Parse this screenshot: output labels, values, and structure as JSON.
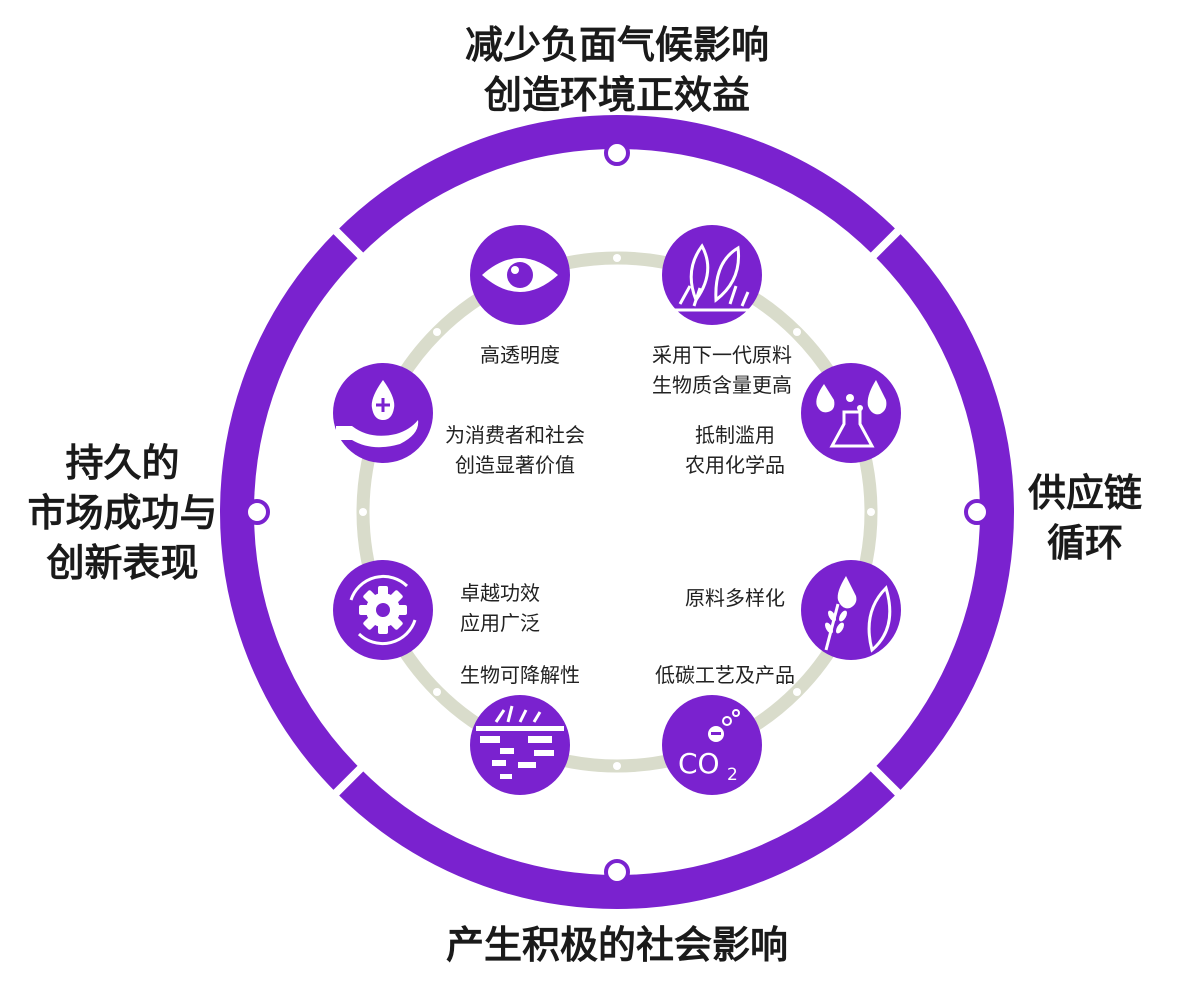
{
  "colors": {
    "purple": "#7a22cf",
    "track": "#d9dccb",
    "text": "#1a1a1a"
  },
  "outer_labels": {
    "top": "减少负面气候影响\n创造环境正效益",
    "right": "供应链\n循环",
    "bottom": "产生积极的社会影响",
    "left": "持久的\n市场成功与\n创新表现"
  },
  "items": [
    {
      "id": "transparency",
      "icon": "eye-icon",
      "label": "高透明度"
    },
    {
      "id": "renewable",
      "icon": "grass-leaves-icon",
      "label": "采用下一代原料\n生物质含量更高"
    },
    {
      "id": "consumer-value",
      "icon": "hand-drop-icon",
      "label": "为消费者和社会\n创造显著价值"
    },
    {
      "id": "chemicals",
      "icon": "flask-drops-icon",
      "label": "抵制滥用\n农用化学品"
    },
    {
      "id": "performance",
      "icon": "gear-cycle-icon",
      "label": "卓越功效\n应用广泛"
    },
    {
      "id": "diversity",
      "icon": "wheat-leaf-icon",
      "label": "原料多样化"
    },
    {
      "id": "biodegradable",
      "icon": "soil-breakdown-icon",
      "label": "生物可降解性"
    },
    {
      "id": "low-carbon",
      "icon": "co2-icon",
      "label": "低碳工艺及产品",
      "icon_text": "CO",
      "icon_sub": "2"
    }
  ]
}
